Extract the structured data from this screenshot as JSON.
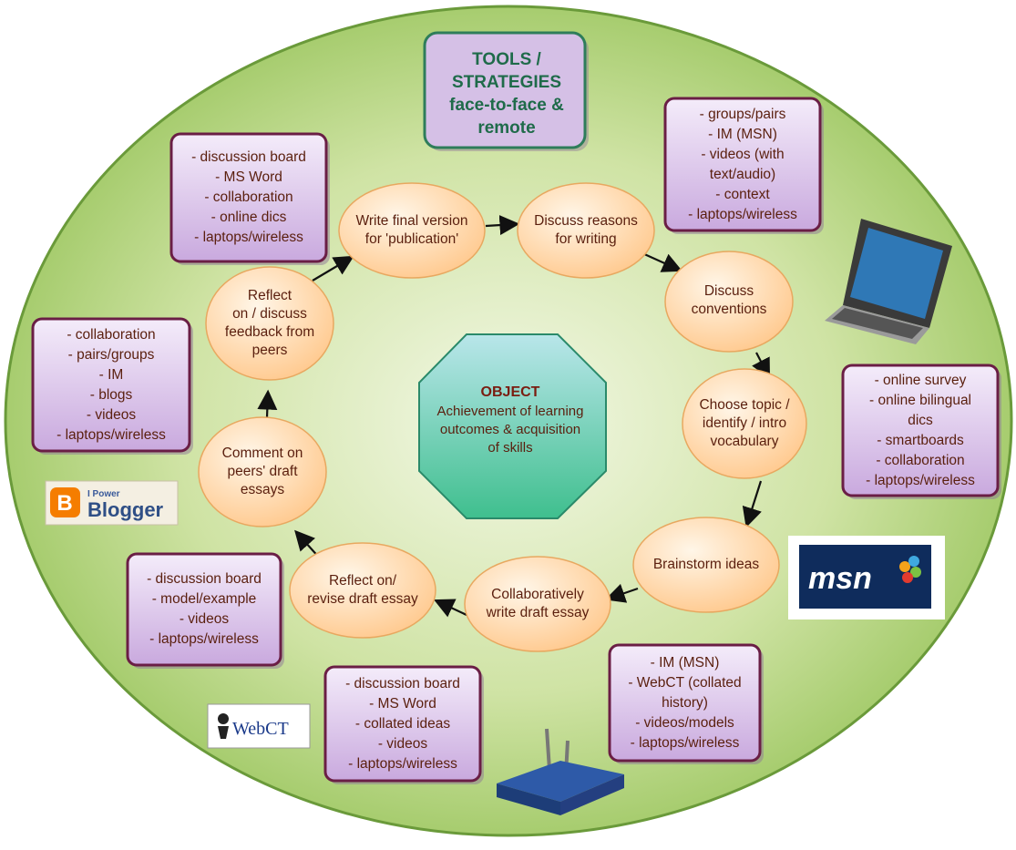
{
  "title": "TOOLS /\nSTRATEGIES\nface-to-face &\nremote",
  "center": {
    "title": "OBJECT",
    "text": "Achievement of learning\noutcomes & acquisition\nof skills"
  },
  "steps": [
    "Write final version\nfor 'publication'",
    "Discuss reasons\nfor writing",
    "Discuss\nconventions",
    "Choose topic /\nidentify / intro\nvocabulary",
    "Brainstorm ideas",
    "Collaboratively\nwrite draft essay",
    "Reflect on/\nrevise draft essay",
    "Comment on\npeers' draft\nessays",
    "Reflect\non / discuss\nfeedback from\npeers"
  ],
  "tool_boxes": [
    "- discussion board\n- MS Word\n- collaboration\n- online dics\n- laptops/wireless",
    "- groups/pairs\n- IM (MSN)\n- videos (with\ntext/audio)\n- context\n- laptops/wireless",
    "- online survey\n- online bilingual\ndics\n- smartboards\n- collaboration\n- laptops/wireless",
    "- IM (MSN)\n- WebCT (collated\nhistory)\n- videos/models\n- laptops/wireless",
    "- discussion board\n- MS Word\n- collated ideas\n- videos\n- laptops/wireless",
    "- discussion board\n- model/example\n- videos\n- laptops/wireless",
    "- collaboration\n- pairs/groups\n- IM\n- blogs\n- videos\n- laptops/wireless"
  ],
  "logos": {
    "blogger_small": "I Power",
    "blogger": "Blogger",
    "msn": "msn",
    "webct": "WebCT"
  },
  "icons": [
    "laptop-icon",
    "wireless-router-icon",
    "blogger-logo",
    "msn-logo",
    "webct-logo"
  ],
  "colors": {
    "background": "#a9cf6a",
    "step_fill": "#ffd7a8",
    "box_fill": "#d8c0e6",
    "box_border": "#6a1e45",
    "title_fill": "#cdb5e0",
    "title_border": "#2e7d5a",
    "center_fill": "#7fd4b3"
  }
}
